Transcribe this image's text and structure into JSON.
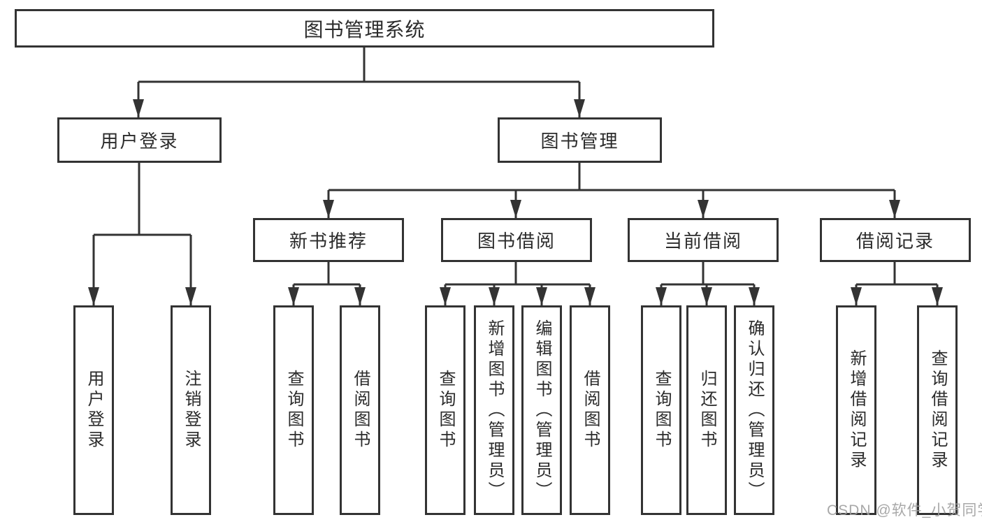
{
  "diagram": {
    "root": {
      "label": "图书管理系统"
    },
    "level2": [
      {
        "label": "用户登录"
      },
      {
        "label": "图书管理"
      }
    ],
    "level3": [
      {
        "label": "新书推荐"
      },
      {
        "label": "图书借阅"
      },
      {
        "label": "当前借阅"
      },
      {
        "label": "借阅记录"
      }
    ],
    "leaves": {
      "user_login": [
        "用户登录",
        "注销登录"
      ],
      "new_book_rec": [
        "查询图书",
        "借阅图书"
      ],
      "book_borrow": [
        "查询图书",
        "新增图书（管理员）",
        "编辑图书（管理员）",
        "借阅图书"
      ],
      "current_borrow": [
        "查询图书",
        "归还图书",
        "确认归还（管理员）"
      ],
      "borrow_records": [
        "新增借阅记录",
        "查询借阅记录"
      ]
    },
    "line_color": "#333333",
    "box_border_color": "#333333",
    "text_color": "#2b2b2b",
    "background_color": "#ffffff"
  },
  "watermark": {
    "text": "CSDN @软件_小贺同学",
    "color": "#9e9e9e"
  }
}
